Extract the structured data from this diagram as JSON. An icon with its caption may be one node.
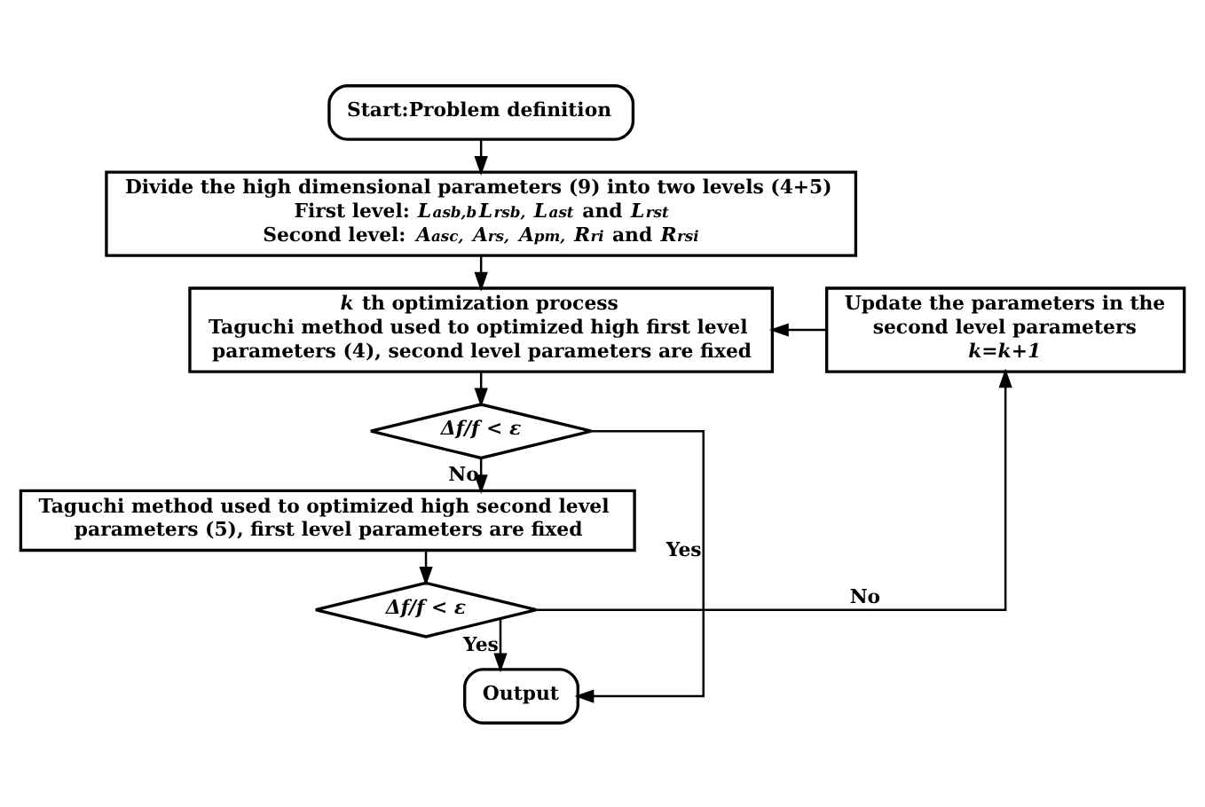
{
  "diagram": {
    "nodes": [
      {
        "text": [
          "Start:Problem definition"
        ]
      },
      {
        "text": [
          "Divide the high dimensional parameters (9) into two levels (4+5)",
          "First level: *L*$_{asb,b}$*L*$_{rsb,}$ *L*$_{ast}$ and *L*$_{rst}$",
          "Second level: *A*$_{asc,}$ *A*$_{rs,}$ *A*$_{pm,}$ *R*$_{ri}$ and *R*$_{rsi}$"
        ]
      },
      {
        "text": [
          "*k* th optimization process",
          "Taguchi method used to optimized high first level parameters (4), second level parameters are fixed"
        ]
      },
      {
        "text": [
          "Δf/f < ε"
        ]
      },
      {
        "text": [
          "Taguchi method used to optimized high second level parameters (5), first level parameters are fixed"
        ]
      },
      {
        "text": [
          "Δf/f < ε"
        ]
      },
      {
        "text": [
          "Output"
        ]
      },
      {
        "text": [
          "Update the parameters in the second level parameters",
          "k=k+1"
        ]
      }
    ],
    "edges": [
      {
        "from": 0,
        "to": 1,
        "arrow": "to"
      },
      {
        "from": 1,
        "to": 2,
        "arrow": "to"
      },
      {
        "from": 2,
        "to": 3,
        "arrow": "to"
      },
      {
        "from": 3,
        "to": 4,
        "arrow": "to",
        "label": "No"
      },
      {
        "from": 3,
        "to": 6,
        "arrow": "to",
        "label": "Yes"
      },
      {
        "from": 4,
        "to": 5,
        "arrow": "to"
      },
      {
        "from": 5,
        "to": 6,
        "arrow": "to",
        "label": "Yes"
      },
      {
        "from": 5,
        "to": 7,
        "arrow": "to",
        "label": "No"
      },
      {
        "from": 7,
        "to": 2,
        "arrow": "to"
      }
    ]
  }
}
